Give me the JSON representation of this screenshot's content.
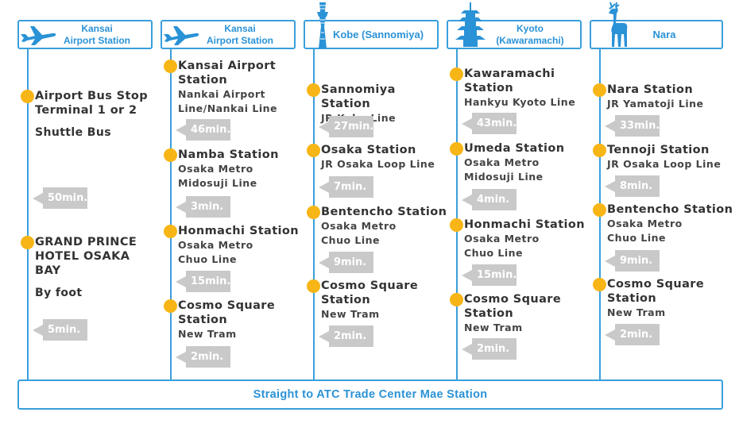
{
  "destination": "Straight to ATC Trade Center Mae Station",
  "columns": [
    {
      "origin_line1": "Kansai",
      "origin_line2": "Airport Station",
      "icon": "airplane-icon",
      "stops": [
        {
          "name": "Airport Bus Stop Terminal 1 or 2",
          "line": "Shuttle Bus",
          "time": "50min."
        },
        {
          "name": "GRAND PRINCE HOTEL OSAKA BAY",
          "line": "By foot",
          "time": "5min."
        }
      ]
    },
    {
      "origin_line1": "Kansai",
      "origin_line2": "Airport Station",
      "icon": "airplane-icon",
      "stops": [
        {
          "name": "Kansai Airport Station",
          "line": "Nankai Airport Line/Nankai Line",
          "time": "46min."
        },
        {
          "name": "Namba Station",
          "line": "Osaka Metro Midosuji Line",
          "time": "3min."
        },
        {
          "name": "Honmachi Station",
          "line": "Osaka Metro Chuo Line",
          "time": "15min."
        },
        {
          "name": "Cosmo Square Station",
          "line": "New Tram",
          "time": "2min."
        }
      ]
    },
    {
      "origin": "Kobe (Sannomiya)",
      "icon": "kobe-port-tower-icon",
      "stops": [
        {
          "name": "Sannomiya Station",
          "line": "JR Kobe Line",
          "time": "27min."
        },
        {
          "name": "Osaka Station",
          "line": "JR Osaka Loop Line",
          "time": "7min."
        },
        {
          "name": "Bentencho Station",
          "line": "Osaka Metro Chuo Line",
          "time": "9min."
        },
        {
          "name": "Cosmo Square Station",
          "line": "New Tram",
          "time": "2min."
        }
      ]
    },
    {
      "origin_line1": "Kyoto",
      "origin_line2": "(Kawaramachi)",
      "icon": "pagoda-icon",
      "stops": [
        {
          "name": "Kawaramachi Station",
          "line": "Hankyu Kyoto Line",
          "time": "43min."
        },
        {
          "name": "Umeda Station",
          "line": "Osaka Metro Midosuji Line",
          "time": "4min."
        },
        {
          "name": "Honmachi Station",
          "line": "Osaka Metro Chuo Line",
          "time": "15min."
        },
        {
          "name": "Cosmo Square Station",
          "line": "New Tram",
          "time": "2min."
        }
      ]
    },
    {
      "origin": "Nara",
      "icon": "deer-icon",
      "stops": [
        {
          "name": "Nara Station",
          "line": "JR Yamatoji Line",
          "time": "33min."
        },
        {
          "name": "Tennoji Station",
          "line": "JR Osaka Loop Line",
          "time": "8min."
        },
        {
          "name": "Bentencho Station",
          "line": "Osaka Metro Chuo Line",
          "time": "9min."
        },
        {
          "name": "Cosmo Square Station",
          "line": "New Tram",
          "time": "2min."
        }
      ]
    }
  ],
  "colors": {
    "accent": "#3a9fdc",
    "marker": "#f7b516",
    "duration": "#c9c9c9"
  }
}
